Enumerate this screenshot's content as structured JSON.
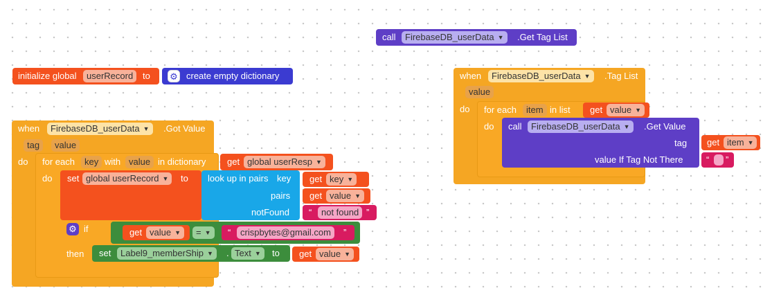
{
  "call_gettaglist": {
    "call": "call",
    "component": "FirebaseDB_userData",
    "method": ".Get Tag List"
  },
  "init_global": {
    "label": "initialize global",
    "name": "userRecord",
    "to": "to",
    "create": "create empty dictionary"
  },
  "got_value": {
    "when": "when",
    "component": "FirebaseDB_userData",
    "event": ".Got Value",
    "param_tag": "tag",
    "param_value": "value",
    "do": "do",
    "foreach": "for each",
    "key_var": "key",
    "with": "with",
    "value_var": "value",
    "in_dict": "in dictionary",
    "get": "get",
    "global_resp": "global userResp",
    "do2": "do",
    "set": "set",
    "global_record": "global userRecord",
    "to": "to",
    "lookup": "look up in pairs",
    "key_label": "key",
    "get_key": "get",
    "key_name": "key",
    "pairs_label": "pairs",
    "get_pairs": "get",
    "pairs_name": "value",
    "notfound_label": "notFound",
    "notfound_text": "not found",
    "if_label": "if",
    "get_if": "get",
    "if_var": "value",
    "eq": "=",
    "email": "crispbytes@gmail.com",
    "then": "then",
    "set2": "set",
    "label9": "Label9_memberShip",
    "dot": ".",
    "prop": "Text",
    "to2": "to",
    "get_then": "get",
    "then_var": "value"
  },
  "tag_list": {
    "when": "when",
    "component": "FirebaseDB_userData",
    "event": ".Tag List",
    "param_value": "value",
    "do": "do",
    "foreach": "for each",
    "item_var": "item",
    "in_list": "in list",
    "get": "get",
    "list_var": "value",
    "do2": "do",
    "call": "call",
    "component2": "FirebaseDB_userData",
    "method": ".Get Value",
    "tag_label": "tag",
    "get_tag": "get",
    "tag_var": "item",
    "vitnt": "value If Tag Not There",
    "quote_open": "“",
    "quote_close": "”"
  },
  "colors": {
    "event": "#f5a623",
    "control": "#f9a825",
    "variable": "#f4511e",
    "dictionary": "#3b3bd1",
    "lookup": "#19a7e8",
    "text": "#d81b60",
    "logic": "#3c8d3c",
    "component": "#5e3ec6"
  }
}
